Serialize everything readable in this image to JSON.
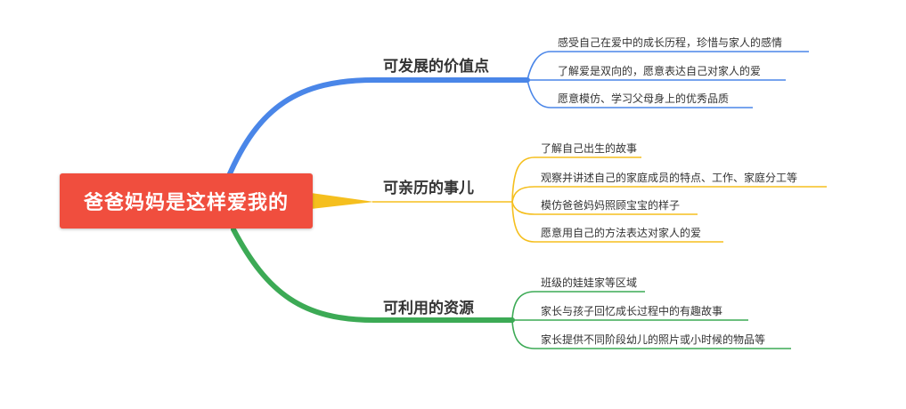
{
  "root": {
    "title": "爸爸妈妈是这样爱我的"
  },
  "colors": {
    "root_bg": "#f04e3e",
    "branch_blue": "#4a86e8",
    "branch_yellow": "#f5bf1e",
    "branch_green": "#3caa55"
  },
  "branches": [
    {
      "label": "可发展的价值点",
      "color": "blue",
      "items": [
        "感受自己在爱中的成长历程，珍惜与家人的感情",
        "了解爱是双向的，愿意表达自己对家人的爱",
        "愿意模仿、学习父母身上的优秀品质"
      ]
    },
    {
      "label": "可亲历的事儿",
      "color": "yellow",
      "items": [
        "了解自己出生的故事",
        "观察并讲述自己的家庭成员的特点、工作、家庭分工等",
        "模仿爸爸妈妈照顾宝宝的样子",
        "愿意用自己的方法表达对家人的爱"
      ]
    },
    {
      "label": "可利用的资源",
      "color": "green",
      "items": [
        "班级的娃娃家等区域",
        "家长与孩子回忆成长过程中的有趣故事",
        "家长提供不同阶段幼儿的照片或小时候的物品等"
      ]
    }
  ]
}
